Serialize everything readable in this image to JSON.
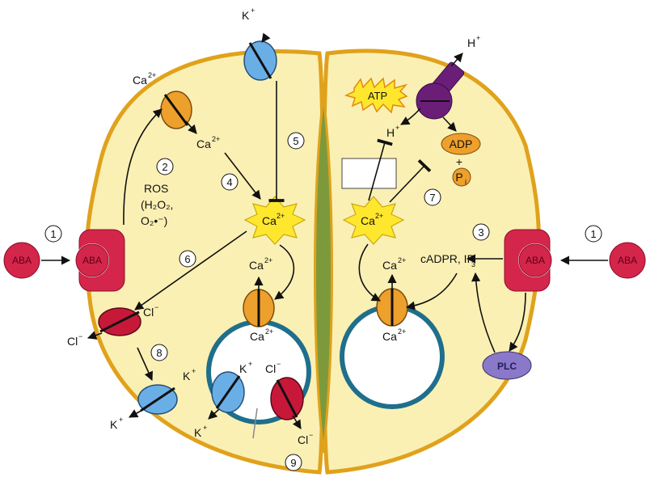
{
  "labels": {
    "aba": "ABA",
    "ca": "Ca",
    "ca_charge": "2+",
    "k": "K",
    "plus": "+",
    "cl": "Cl",
    "minus": "−",
    "h": "H",
    "ros": "ROS",
    "h2o2": "(H₂O₂,",
    "o2": "O₂•⁻)",
    "atp": "ATP",
    "adp": "ADP",
    "pi": "P",
    "pi_sub": "i",
    "cadpr": "cADPR, IP",
    "cadpr_sub": "3",
    "plc": "PLC"
  },
  "steps": [
    "1",
    "2",
    "3",
    "4",
    "5",
    "6",
    "7",
    "8",
    "9"
  ],
  "colors": {
    "cytoplasm": "#fbf0b4",
    "cell_wall": "#e0a21c",
    "pore": "#7c9a3c",
    "vacuole_border": "#1f6f8c",
    "k_channel": "#6aaee6",
    "ca_channel": "#eea02c",
    "cl_channel": "#c8183a",
    "aba": "#d4264a",
    "receptor": "#d4264a",
    "plc": "#8a78c8",
    "atpase": "#6a1e78",
    "burst": "#ffe72e"
  }
}
